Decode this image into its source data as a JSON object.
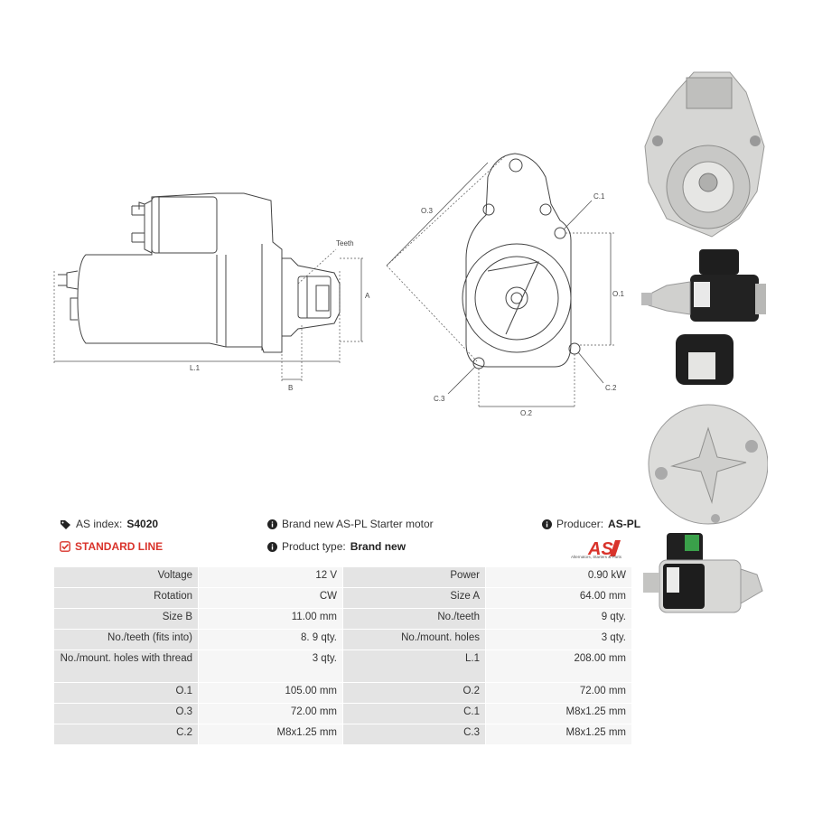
{
  "drawing_labels": {
    "teeth": "Teeth",
    "a": "A",
    "b": "B",
    "l1": "L.1",
    "o1": "O.1",
    "o2": "O.2",
    "o3": "O.3",
    "c1": "C.1",
    "c2": "C.2",
    "c3": "C.3"
  },
  "info": {
    "as_index_label": "AS index:",
    "as_index_value": "S4020",
    "description": "Brand new AS-PL Starter motor",
    "producer_label": "Producer:",
    "producer_value": "AS-PL",
    "line": "STANDARD LINE",
    "product_type_label": "Product type:",
    "product_type_value": "Brand new"
  },
  "logo": {
    "text": "AS",
    "tagline": "Alternators, Starters & Parts",
    "color": "#d9332b"
  },
  "spec_rows": [
    {
      "k1": "Voltage",
      "v1": "12 V",
      "k2": "Power",
      "v2": "0.90 kW"
    },
    {
      "k1": "Rotation",
      "v1": "CW",
      "k2": "Size A",
      "v2": "64.00 mm"
    },
    {
      "k1": "Size B",
      "v1": "11.00 mm",
      "k2": "No./teeth",
      "v2": "9 qty."
    },
    {
      "k1": "No./teeth (fits into)",
      "v1": "8. 9 qty.",
      "k2": "No./mount. holes",
      "v2": "3 qty."
    },
    {
      "k1": "No./mount. holes with thread",
      "v1": "3 qty.",
      "k2": "L.1",
      "v2": "208.00 mm"
    },
    {
      "k1": "O.1",
      "v1": "105.00 mm",
      "k2": "O.2",
      "v2": "72.00 mm"
    },
    {
      "k1": "O.3",
      "v1": "72.00 mm",
      "k2": "C.1",
      "v2": "M8x1.25 mm"
    },
    {
      "k1": "C.2",
      "v1": "M8x1.25 mm",
      "k2": "C.3",
      "v2": "M8x1.25 mm"
    }
  ]
}
